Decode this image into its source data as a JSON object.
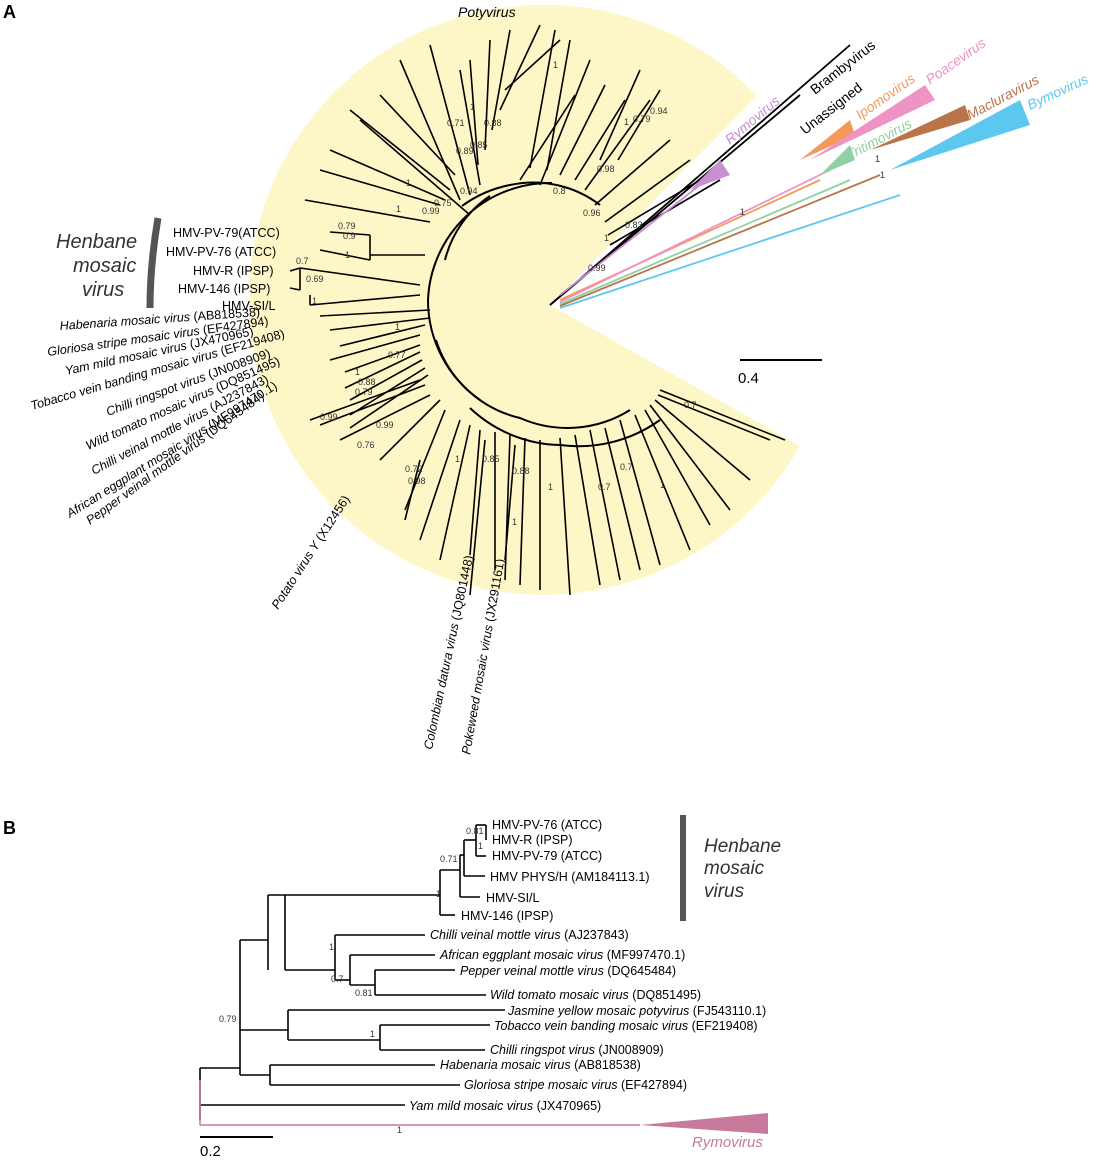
{
  "panelA": {
    "label": "A",
    "genus_main": "Potyvirus",
    "clades": [
      {
        "name": "Brambyvirus",
        "color": "#000000",
        "support": ""
      },
      {
        "name": "Unassigned",
        "color": "#000000",
        "support": ""
      },
      {
        "name": "Poacevirus",
        "color": "#ef92c4",
        "support": ""
      },
      {
        "name": "Ipomovirus",
        "color": "#f39a5a",
        "support": ""
      },
      {
        "name": "Macluravirus",
        "color": "#b9744a",
        "support": "1"
      },
      {
        "name": "Bymovirus",
        "color": "#5cc8f0",
        "support": "1"
      },
      {
        "name": "Tritimovirus",
        "color": "#8fd0a4",
        "support": "1"
      },
      {
        "name": "Rymovirus",
        "color": "#c890d0",
        "support": ""
      }
    ],
    "group_label": [
      "Henbane",
      "mosaic",
      "virus"
    ],
    "hmv_tips": [
      "HMV-PV-79(ATCC)",
      "HMV-PV-76 (ATCC)",
      "HMV-R (IPSP)",
      "HMV-146 (IPSP)",
      "HMV-SI/L"
    ],
    "hmv_support": [
      "0.79",
      "0.9",
      "1",
      "0.7",
      "0.69",
      "1"
    ],
    "tips": [
      {
        "species": "Habenaria mosaic virus",
        "acc": "(AB818538)"
      },
      {
        "species": "Gloriosa stripe mosaic virus",
        "acc": "(EF427894)"
      },
      {
        "species": "Yam mild mosaic virus",
        "acc": "(JX470965)"
      },
      {
        "species": "Tobacco vein banding mosaic virus",
        "acc": "(EF219408)"
      },
      {
        "species": "Chilli ringspot virus",
        "acc": "(JN008909)"
      },
      {
        "species": "Wild tomato mosaic virus",
        "acc": "(DQ851495)"
      },
      {
        "species": "Chilli veinal mottle virus",
        "acc": "(AJ237843)"
      },
      {
        "species": "African eggplant mosaic virus",
        "acc": "(MF997470.1)"
      },
      {
        "species": "Pepper veinal mottle virus",
        "acc": "(DQ645484)"
      }
    ],
    "tip_support": [
      "1",
      "0.77",
      "0.88",
      "0.79",
      "1"
    ],
    "bottom_tips": [
      {
        "species": "Potato virus Y",
        "acc": "(X12456)"
      },
      {
        "species": "Colombian datura virus",
        "acc": "(JQ801448)"
      },
      {
        "species": "Pokeweed mosaic virus",
        "acc": "(JX291161)"
      }
    ],
    "upper_support": [
      "1",
      "1",
      "0.88",
      "0.85",
      "0.89",
      "0.71",
      "1",
      "0.94",
      "0.75",
      "0.99",
      "1",
      "1",
      "0.79",
      "0.94",
      "0.98",
      "0.8",
      "0.96",
      "0.83",
      "1",
      "0.99"
    ],
    "lower_support": [
      "0.99",
      "0.99",
      "0.76",
      "0.72",
      "0.98",
      "1",
      "0.85",
      "0.88",
      "1",
      "1",
      "0.7",
      "0.7",
      "1",
      "0.7"
    ],
    "scale": "0.4"
  },
  "panelB": {
    "label": "B",
    "hmv_tips": [
      "HMV-PV-76 (ATCC)",
      "HMV-R (IPSP)",
      "HMV-PV-79 (ATCC)",
      "HMV PHYS/H (AM184113.1)",
      "HMV-SI/L",
      "HMV-146 (IPSP)"
    ],
    "group_label": [
      "Henbane",
      "mosaic",
      "virus"
    ],
    "tips": [
      {
        "species": "Chilli veinal mottle virus",
        "acc": "(AJ237843)"
      },
      {
        "species": "African eggplant mosaic virus",
        "acc": "(MF997470.1)"
      },
      {
        "species": "Pepper veinal mottle virus",
        "acc": "(DQ645484)"
      },
      {
        "species": "Wild tomato mosaic virus",
        "acc": "(DQ851495)"
      },
      {
        "species": "Jasmine yellow mosaic potyvirus",
        "acc": "(FJ543110.1)"
      },
      {
        "species": "Tobacco vein banding mosaic virus",
        "acc": "(EF219408)"
      },
      {
        "species": "Chilli ringspot virus",
        "acc": "(JN008909)"
      },
      {
        "species": "Habenaria mosaic virus",
        "acc": "(AB818538)"
      },
      {
        "species": "Gloriosa stripe mosaic virus",
        "acc": "(EF427894)"
      },
      {
        "species": "Yam mild mosaic virus",
        "acc": "(JX470965)"
      }
    ],
    "support": [
      "0.81",
      "1",
      "0.71",
      "1",
      "1",
      "0.7",
      "0.81",
      "1",
      "0.79",
      "1"
    ],
    "rymo_label": "Rymovirus",
    "rymo_color": "#c87a9c",
    "scale": "0.2"
  }
}
